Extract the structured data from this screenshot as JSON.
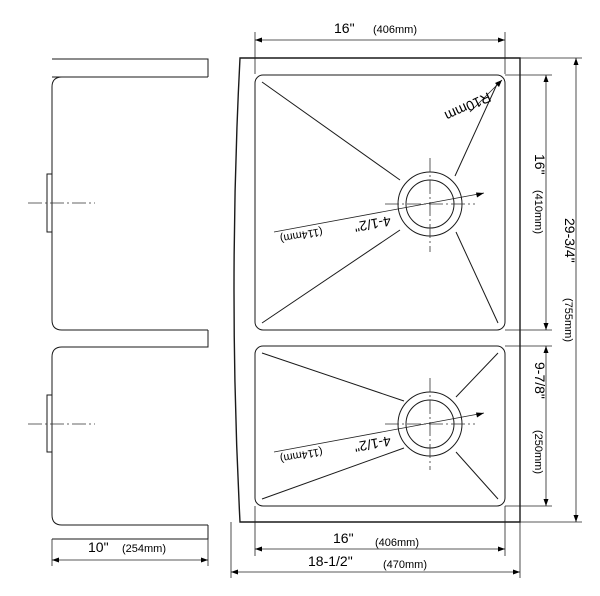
{
  "dimensions": {
    "top_width": {
      "inch": "16\"",
      "mm": "(406mm)"
    },
    "corner_radius": "R10mm",
    "large_bowl_height": {
      "inch": "16\"",
      "mm": "(410mm)"
    },
    "overall_height": {
      "inch": "29-3/4\"",
      "mm": "(755mm)"
    },
    "small_bowl_height": {
      "inch": "9-7/8\"",
      "mm": "(250mm)"
    },
    "drain_offset_large": {
      "inch": "4-1/2\"",
      "mm": "(114mm)"
    },
    "drain_offset_small": {
      "inch": "4-1/2\"",
      "mm": "(114mm)"
    },
    "bottom_width": {
      "inch": "16\"",
      "mm": "(406mm)"
    },
    "overall_width": {
      "inch": "18-1/2\"",
      "mm": "(470mm)"
    },
    "depth": {
      "inch": "10\"",
      "mm": "(254mm)"
    }
  }
}
